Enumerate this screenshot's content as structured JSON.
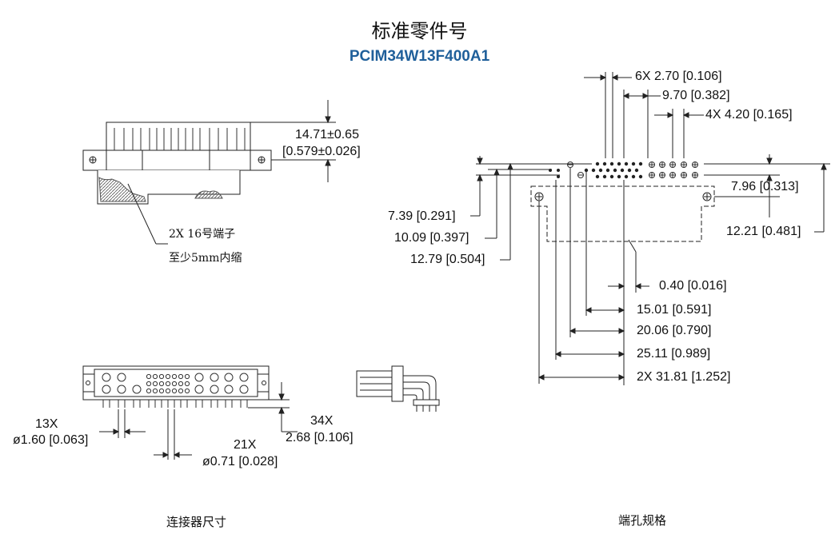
{
  "header": {
    "title": "标准零件号",
    "part_number": "PCIM34W13F400A1"
  },
  "connector_view": {
    "height_dim": "14.71±0.65",
    "height_dim_in": "[0.579±0.026]",
    "note_line1": "2X 16号端子",
    "note_line2": "至少5mm内缩",
    "pin13_count": "13X",
    "pin13_dia": "ø1.60 [0.063]",
    "pin21_count": "21X",
    "pin21_dia": "ø0.71 [0.028]",
    "tail_count": "34X",
    "tail_len": "2.68 [0.106]",
    "caption": "连接器尺寸"
  },
  "hole_pattern": {
    "pitch_small": "6X 2.70 [0.106]",
    "span_970": "9.70 [0.382]",
    "pitch_large": "4X 4.20 [0.165]",
    "dim_796": "7.96 [0.313]",
    "dim_1221": "12.21 [0.481]",
    "dim_739": "7.39 [0.291]",
    "dim_1009": "10.09 [0.397]",
    "dim_1279": "12.79 [0.504]",
    "dim_040": "0.40 [0.016]",
    "dim_1501": "15.01 [0.591]",
    "dim_2006": "20.06 [0.790]",
    "dim_2511": "25.11 [0.989]",
    "dim_3181": "2X 31.81 [1.252]",
    "caption": "端孔规格"
  }
}
